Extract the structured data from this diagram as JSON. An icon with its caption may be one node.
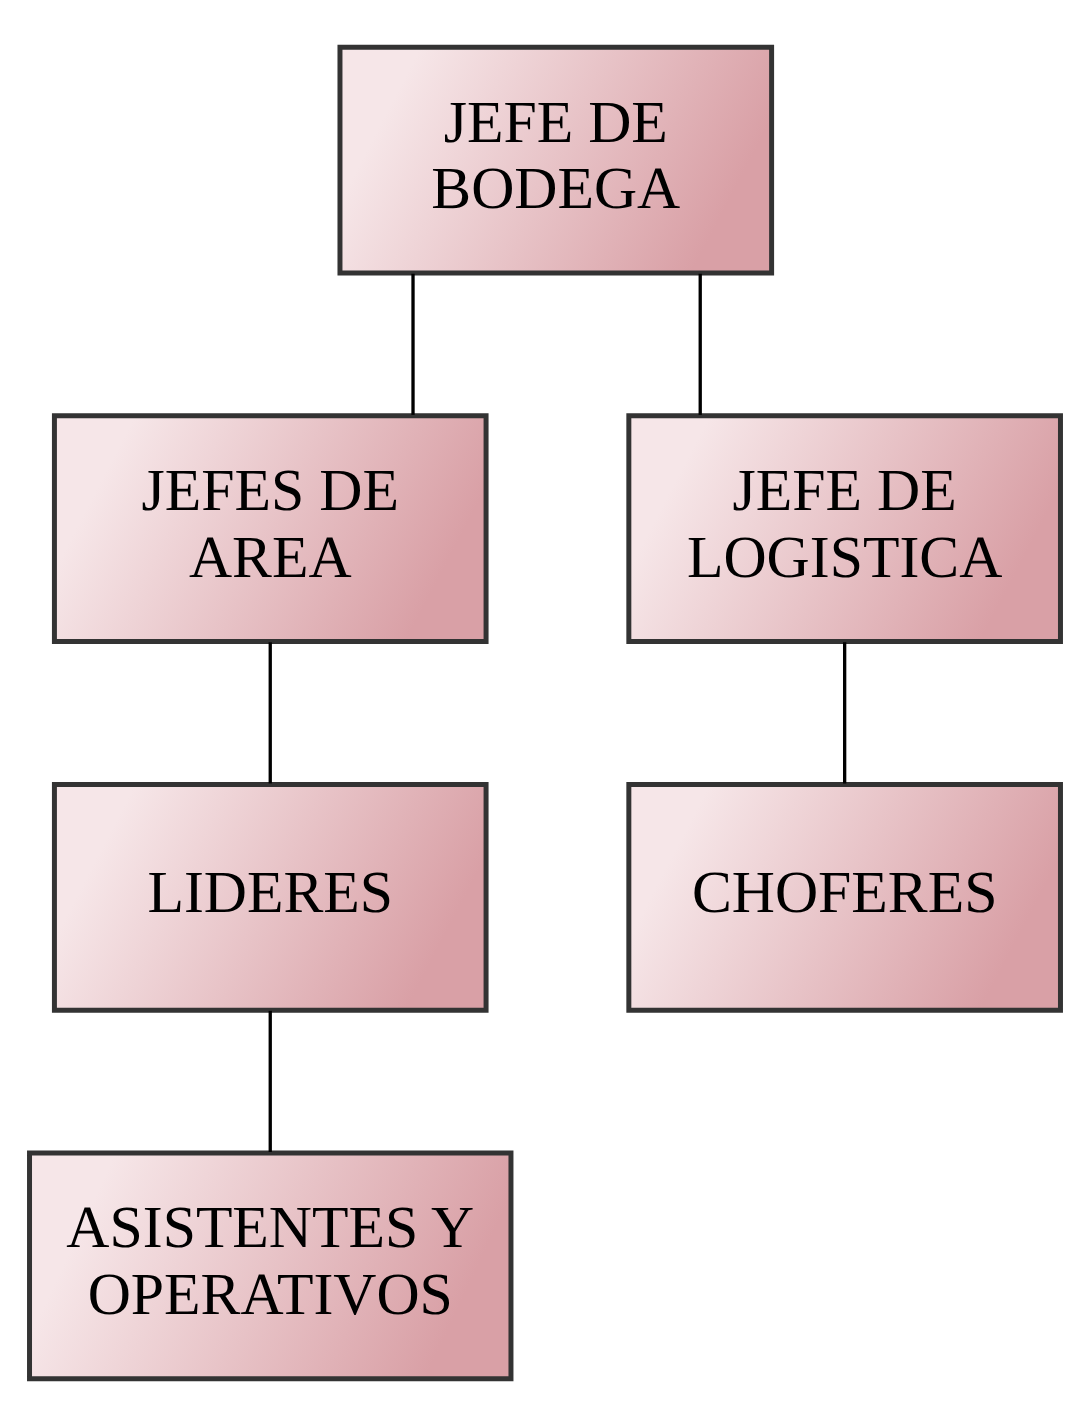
{
  "diagram": {
    "nodes": [
      {
        "text": [
          "JEFE DE BODEGA"
        ]
      },
      {
        "text": [
          "JEFES DE AREA"
        ]
      },
      {
        "text": [
          "JEFE DE LOGISTICA"
        ]
      },
      {
        "text": [
          "LIDERES"
        ]
      },
      {
        "text": [
          "CHOFERES"
        ]
      },
      {
        "text": [
          "ASISTENTES Y OPERATIVOS"
        ]
      }
    ],
    "edges": [
      {
        "from": 0,
        "to": 1,
        "arrow": "none"
      },
      {
        "from": 0,
        "to": 2,
        "arrow": "none"
      },
      {
        "from": 1,
        "to": 3,
        "arrow": "none"
      },
      {
        "from": 2,
        "to": 4,
        "arrow": "none"
      },
      {
        "from": 3,
        "to": 5,
        "arrow": "none"
      }
    ]
  }
}
